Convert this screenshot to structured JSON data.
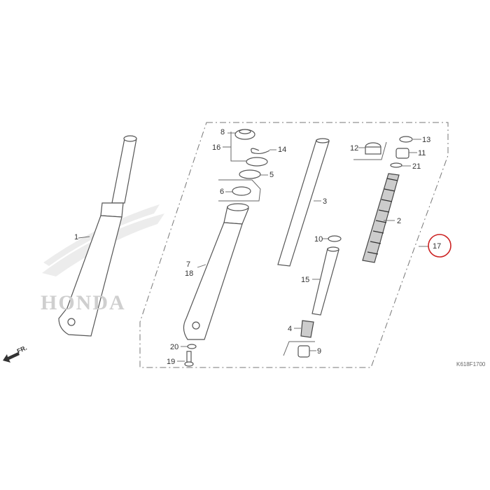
{
  "diagram": {
    "watermark": "HONDA",
    "code": "K618F1700",
    "direction_label": "FR.",
    "highlight_color": "#cc2222",
    "highlighted_part": "17",
    "labels": {
      "p1": "1",
      "p2": "2",
      "p3": "3",
      "p4": "4",
      "p5": "5",
      "p6": "6",
      "p7": "7",
      "p8": "8",
      "p9": "9",
      "p10": "10",
      "p11": "11",
      "p12": "12",
      "p13": "13",
      "p14": "14",
      "p15": "15",
      "p16": "16",
      "p17": "17",
      "p18": "18",
      "p19": "19",
      "p20": "20",
      "p21": "21"
    }
  }
}
